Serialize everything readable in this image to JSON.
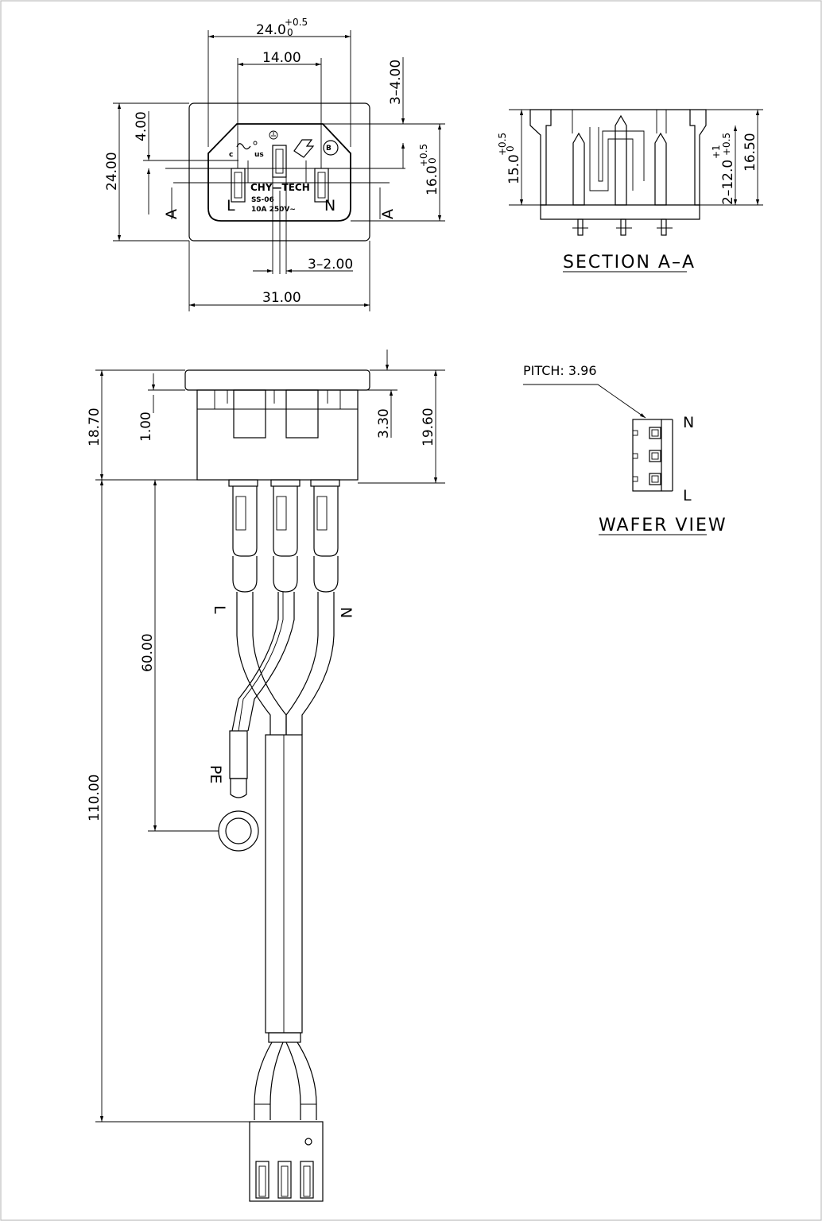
{
  "front_view": {
    "dim_width_top": "24.0",
    "dim_width_top_tol_upper": "+0.5",
    "dim_width_top_tol_lower": "0",
    "dim_pin_span": "14.00",
    "dim_depth_right": "3–4.00",
    "dim_offset_left": "4.00",
    "dim_height_left": "24.00",
    "dim_height_right": "16.0",
    "dim_height_right_tol_upper": "+0.5",
    "dim_height_right_tol_lower": "0",
    "dim_slot": "3–2.00",
    "dim_overall_width": "31.00",
    "section_marker_left": "A",
    "section_marker_right": "A",
    "pin_label_left": "L",
    "pin_label_right": "N",
    "brand": "CHY—TECH",
    "model": "SS-06",
    "rating": "10A  250V~",
    "cert_us": "us",
    "cert_c": "c",
    "cert_b": "B"
  },
  "section_view": {
    "title": "SECTION  A–A",
    "dim_left": "15.0",
    "dim_left_tol_upper": "+0.5",
    "dim_left_tol_lower": "0",
    "dim_mid": "2–12.0",
    "dim_mid_tol_upper": "+1",
    "dim_mid_tol_lower": "+0.5",
    "dim_right": "16.50"
  },
  "side_view": {
    "dim_total_height": "18.70",
    "dim_flange": "1.00",
    "dim_3_30": "3.30",
    "dim_19_60": "19.60",
    "dim_lead_pe": "60.00",
    "dim_lead_total": "110.00",
    "wire_label_l": "L",
    "wire_label_n": "N",
    "wire_label_pe": "PE"
  },
  "wafer_view": {
    "pitch_label": "PITCH: 3.96",
    "label_top": "N",
    "label_bottom": "L",
    "title": "WAFER  VIEW"
  }
}
